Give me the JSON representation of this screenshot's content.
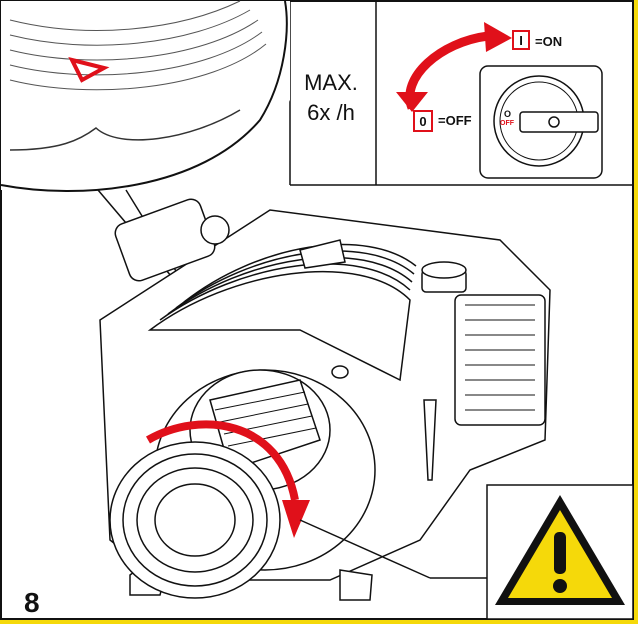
{
  "frequency_panel": {
    "max_label": "MAX.\n6x /h"
  },
  "switch_panel": {
    "on_symbol": "I",
    "on_label": "=ON",
    "off_symbol": "0",
    "off_label": "=OFF",
    "dial_o": "O",
    "dial_off": "OFF"
  },
  "step": {
    "number": "8"
  },
  "colors": {
    "accent_red": "#e0101a",
    "warning_yellow": "#f5d90a",
    "line": "#111111"
  },
  "icons": [
    "rotation-arrow-icon",
    "warning-triangle-icon",
    "direction-arrow-icon",
    "switch-arrow-icon"
  ]
}
